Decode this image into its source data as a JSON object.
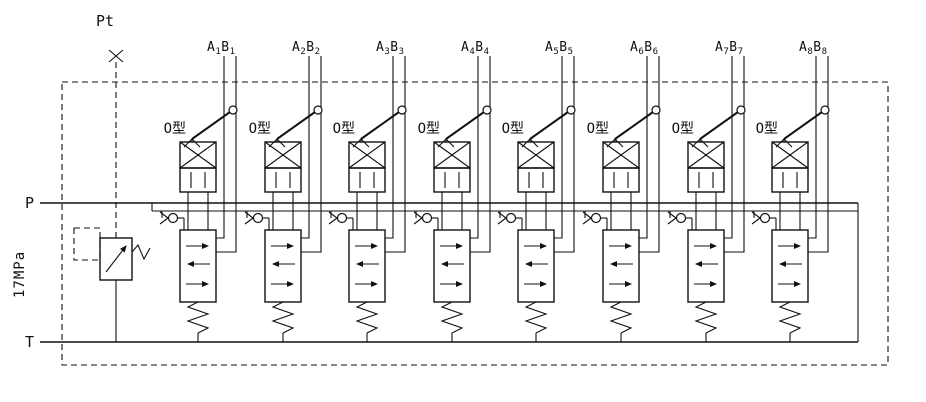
{
  "diagram": {
    "labels": {
      "test_port": "Pt",
      "pressure_port": "P",
      "tank_port": "T",
      "relief_setting": "17MPa"
    },
    "sections": [
      {
        "a": "A",
        "a_sub": "1",
        "b": "B",
        "b_sub": "1",
        "type": "O型"
      },
      {
        "a": "A",
        "a_sub": "2",
        "b": "B",
        "b_sub": "2",
        "type": "O型"
      },
      {
        "a": "A",
        "a_sub": "3",
        "b": "B",
        "b_sub": "3",
        "type": "O型"
      },
      {
        "a": "A",
        "a_sub": "4",
        "b": "B",
        "b_sub": "4",
        "type": "O型"
      },
      {
        "a": "A",
        "a_sub": "5",
        "b": "B",
        "b_sub": "5",
        "type": "O型"
      },
      {
        "a": "A",
        "a_sub": "6",
        "b": "B",
        "b_sub": "6",
        "type": "O型"
      },
      {
        "a": "A",
        "a_sub": "7",
        "b": "B",
        "b_sub": "7",
        "type": "O型"
      },
      {
        "a": "A",
        "a_sub": "8",
        "b": "B",
        "b_sub": "8",
        "type": "O型"
      }
    ]
  }
}
